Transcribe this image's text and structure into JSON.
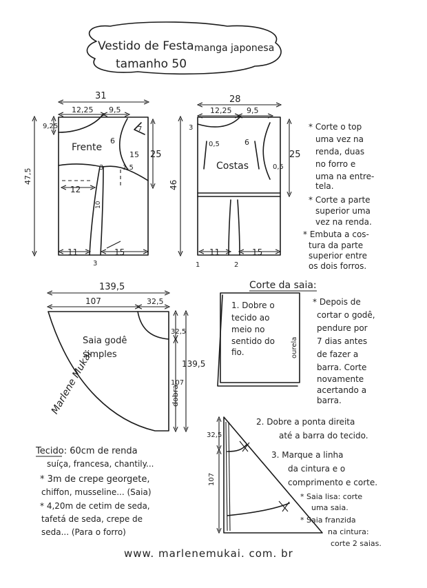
{
  "title": {
    "line1": "Vestido de Festa",
    "line1b": "manga japonesa",
    "line2": "tamanho 50"
  },
  "front": {
    "label": "Frente",
    "w_total": "31",
    "w_top": "12,25",
    "w_shoulder": "9,5",
    "h_top": "9,25",
    "h_total": "47,5",
    "side_upper": "25",
    "d7": "7",
    "d6": "6",
    "d15": "15",
    "d3": "3",
    "d12": "12",
    "d1_5": "1,5",
    "b11": "11",
    "b15": "15",
    "b3": "3",
    "b10": "10"
  },
  "back": {
    "label": "Costas",
    "w_total": "28",
    "w_top": "12,25",
    "w_shoulder": "9,5",
    "h3": "3",
    "h46": "46",
    "h25": "25",
    "d0_5a": "0,5",
    "d6": "6",
    "d0_5b": "0,5",
    "b11": "11",
    "b15": "15",
    "b1": "1",
    "b2": "2"
  },
  "top_notes": [
    "* Corte o top",
    "uma vez na",
    "renda, duas",
    "no forro e",
    "uma na entre-",
    "tela.",
    "* Corte a parte",
    "superior uma",
    "vez na renda.",
    "* Embuta a cos-",
    "tura da parte",
    "superior entre",
    "os dois forros."
  ],
  "skirt": {
    "label1": "Saia godê",
    "label2": "simples",
    "w_total": "139,5",
    "w_107": "107",
    "w_325": "32,5",
    "h_325": "32,5",
    "h_1395": "139,5",
    "h_107": "107",
    "dobra": "dobra",
    "signature": "Marlene Mukai"
  },
  "cut_title": "Corte da saia:",
  "step1": [
    "1. Dobre o",
    "tecido ao",
    "meio no",
    "sentido do",
    "fio."
  ],
  "fold_label": "ourela",
  "cut_notes": [
    "* Depois de",
    "cortar o godê,",
    "pendure por",
    "7 dias antes",
    "de fazer a",
    "barra. Corte",
    "novamente",
    "acertando a",
    "barra."
  ],
  "step2": [
    "2. Dobre a ponta direita",
    "até a barra do tecido."
  ],
  "step3": [
    "3. Marque a linha",
    "da cintura e o",
    "comprimento e corte."
  ],
  "variants": [
    "* Saia lisa: corte",
    "uma saia.",
    "* Saia franzida",
    "na cintura:",
    "corte 2 saias."
  ],
  "tri": {
    "h325": "32,5",
    "h107": "107"
  },
  "fabric": [
    "Tecido: 60cm de renda",
    "suíça, francesa, chantily...",
    "* 3m de crepe georgete,",
    "chiffon, musseline... (Saia)",
    "* 4,20m de cetim de seda,",
    "tafetá de seda, crepe de",
    "seda... (Para o forro)"
  ],
  "website": "www. marlenemukai. com. br"
}
